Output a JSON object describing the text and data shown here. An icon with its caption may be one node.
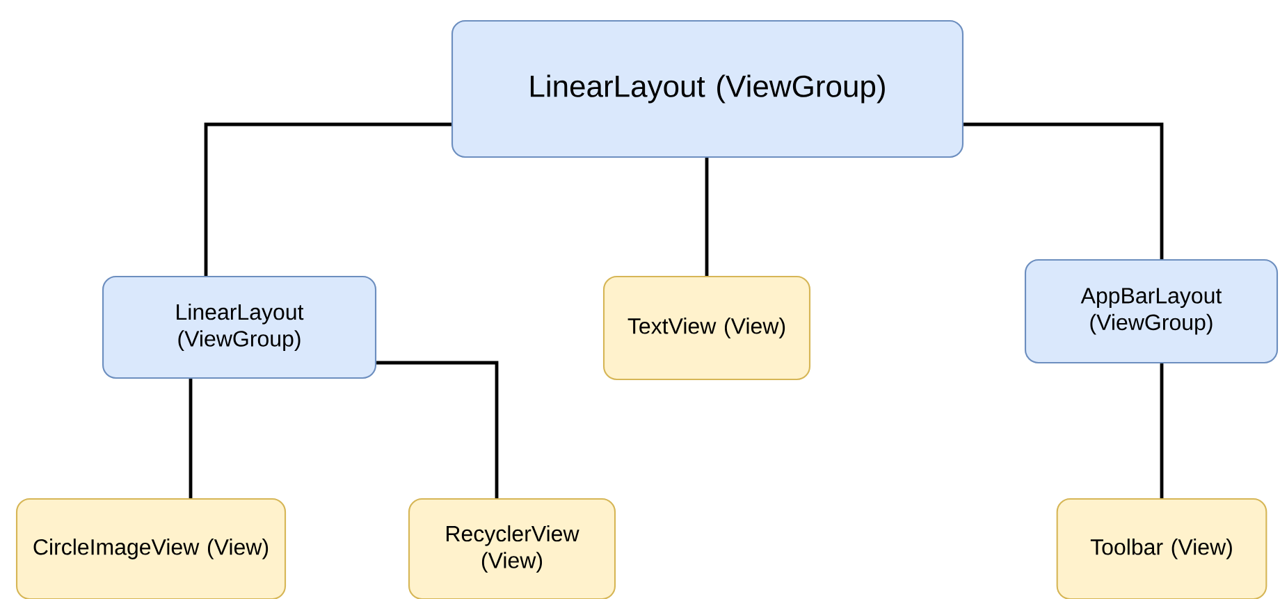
{
  "diagram": {
    "nodes": [
      {
        "text": [
          "LinearLayout (ViewGroup)"
        ]
      },
      {
        "text": [
          "LinearLayout (ViewGroup)"
        ]
      },
      {
        "text": [
          "TextView (View)"
        ]
      },
      {
        "text": [
          "AppBarLayout (ViewGroup)"
        ]
      },
      {
        "text": [
          "CircleImageView (View)"
        ]
      },
      {
        "text": [
          "RecyclerView (View)"
        ]
      },
      {
        "text": [
          "Toolbar (View)"
        ]
      }
    ],
    "edges": [
      {
        "from": 0,
        "to": 1,
        "arrow": "none"
      },
      {
        "from": 0,
        "to": 2,
        "arrow": "none"
      },
      {
        "from": 0,
        "to": 3,
        "arrow": "none"
      },
      {
        "from": 1,
        "to": 4,
        "arrow": "none"
      },
      {
        "from": 1,
        "to": 5,
        "arrow": "none"
      },
      {
        "from": 3,
        "to": 6,
        "arrow": "none"
      }
    ]
  }
}
